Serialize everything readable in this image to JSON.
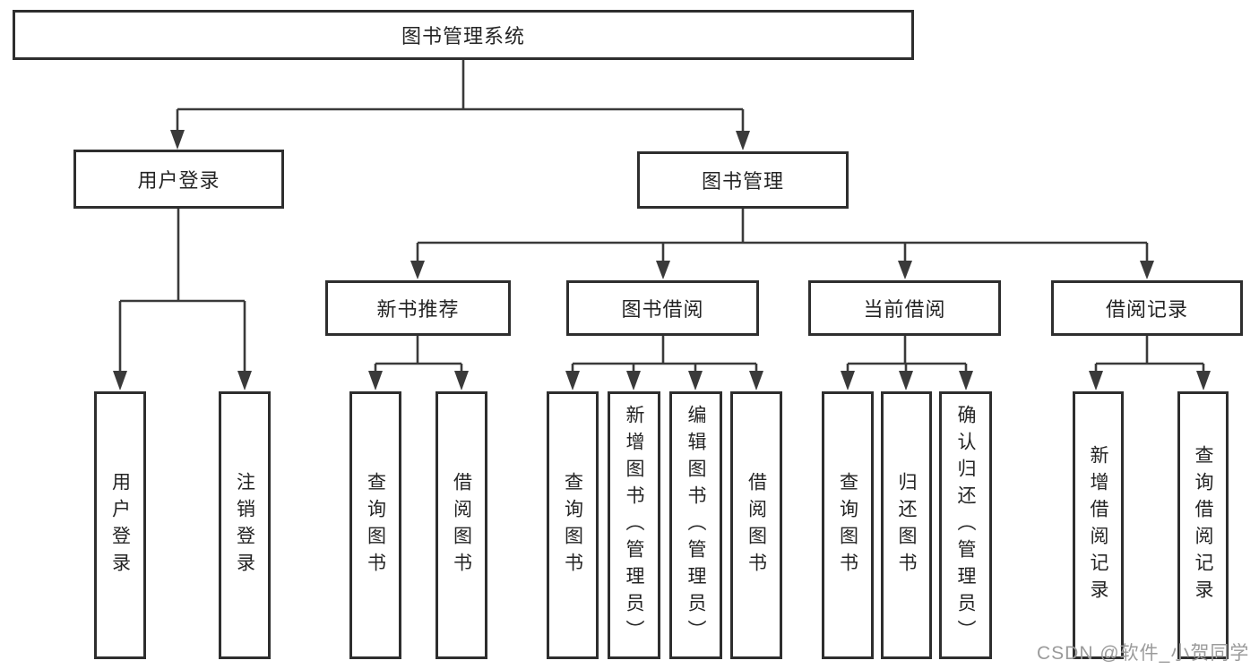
{
  "diagram": {
    "root": "图书管理系统",
    "branches": [
      {
        "label": "用户登录",
        "children": [
          "用户登录",
          "注销登录"
        ]
      },
      {
        "label": "图书管理",
        "sections": [
          {
            "label": "新书推荐",
            "children": [
              "查询图书",
              "借阅图书"
            ]
          },
          {
            "label": "图书借阅",
            "children": [
              "查询图书",
              "新增图书（管理员）",
              "编辑图书（管理员）",
              "借阅图书"
            ]
          },
          {
            "label": "当前借阅",
            "children": [
              "查询图书",
              "归还图书",
              "确认归还（管理员）"
            ]
          },
          {
            "label": "借阅记录",
            "children": [
              "新增借阅记录",
              "查询借阅记录"
            ]
          }
        ]
      }
    ],
    "colors": {
      "line": "#3a3a3a",
      "border": "#2e2e2e",
      "watermark": "#9b9b9b"
    },
    "watermark": "CSDN @软件_小贺同学"
  }
}
